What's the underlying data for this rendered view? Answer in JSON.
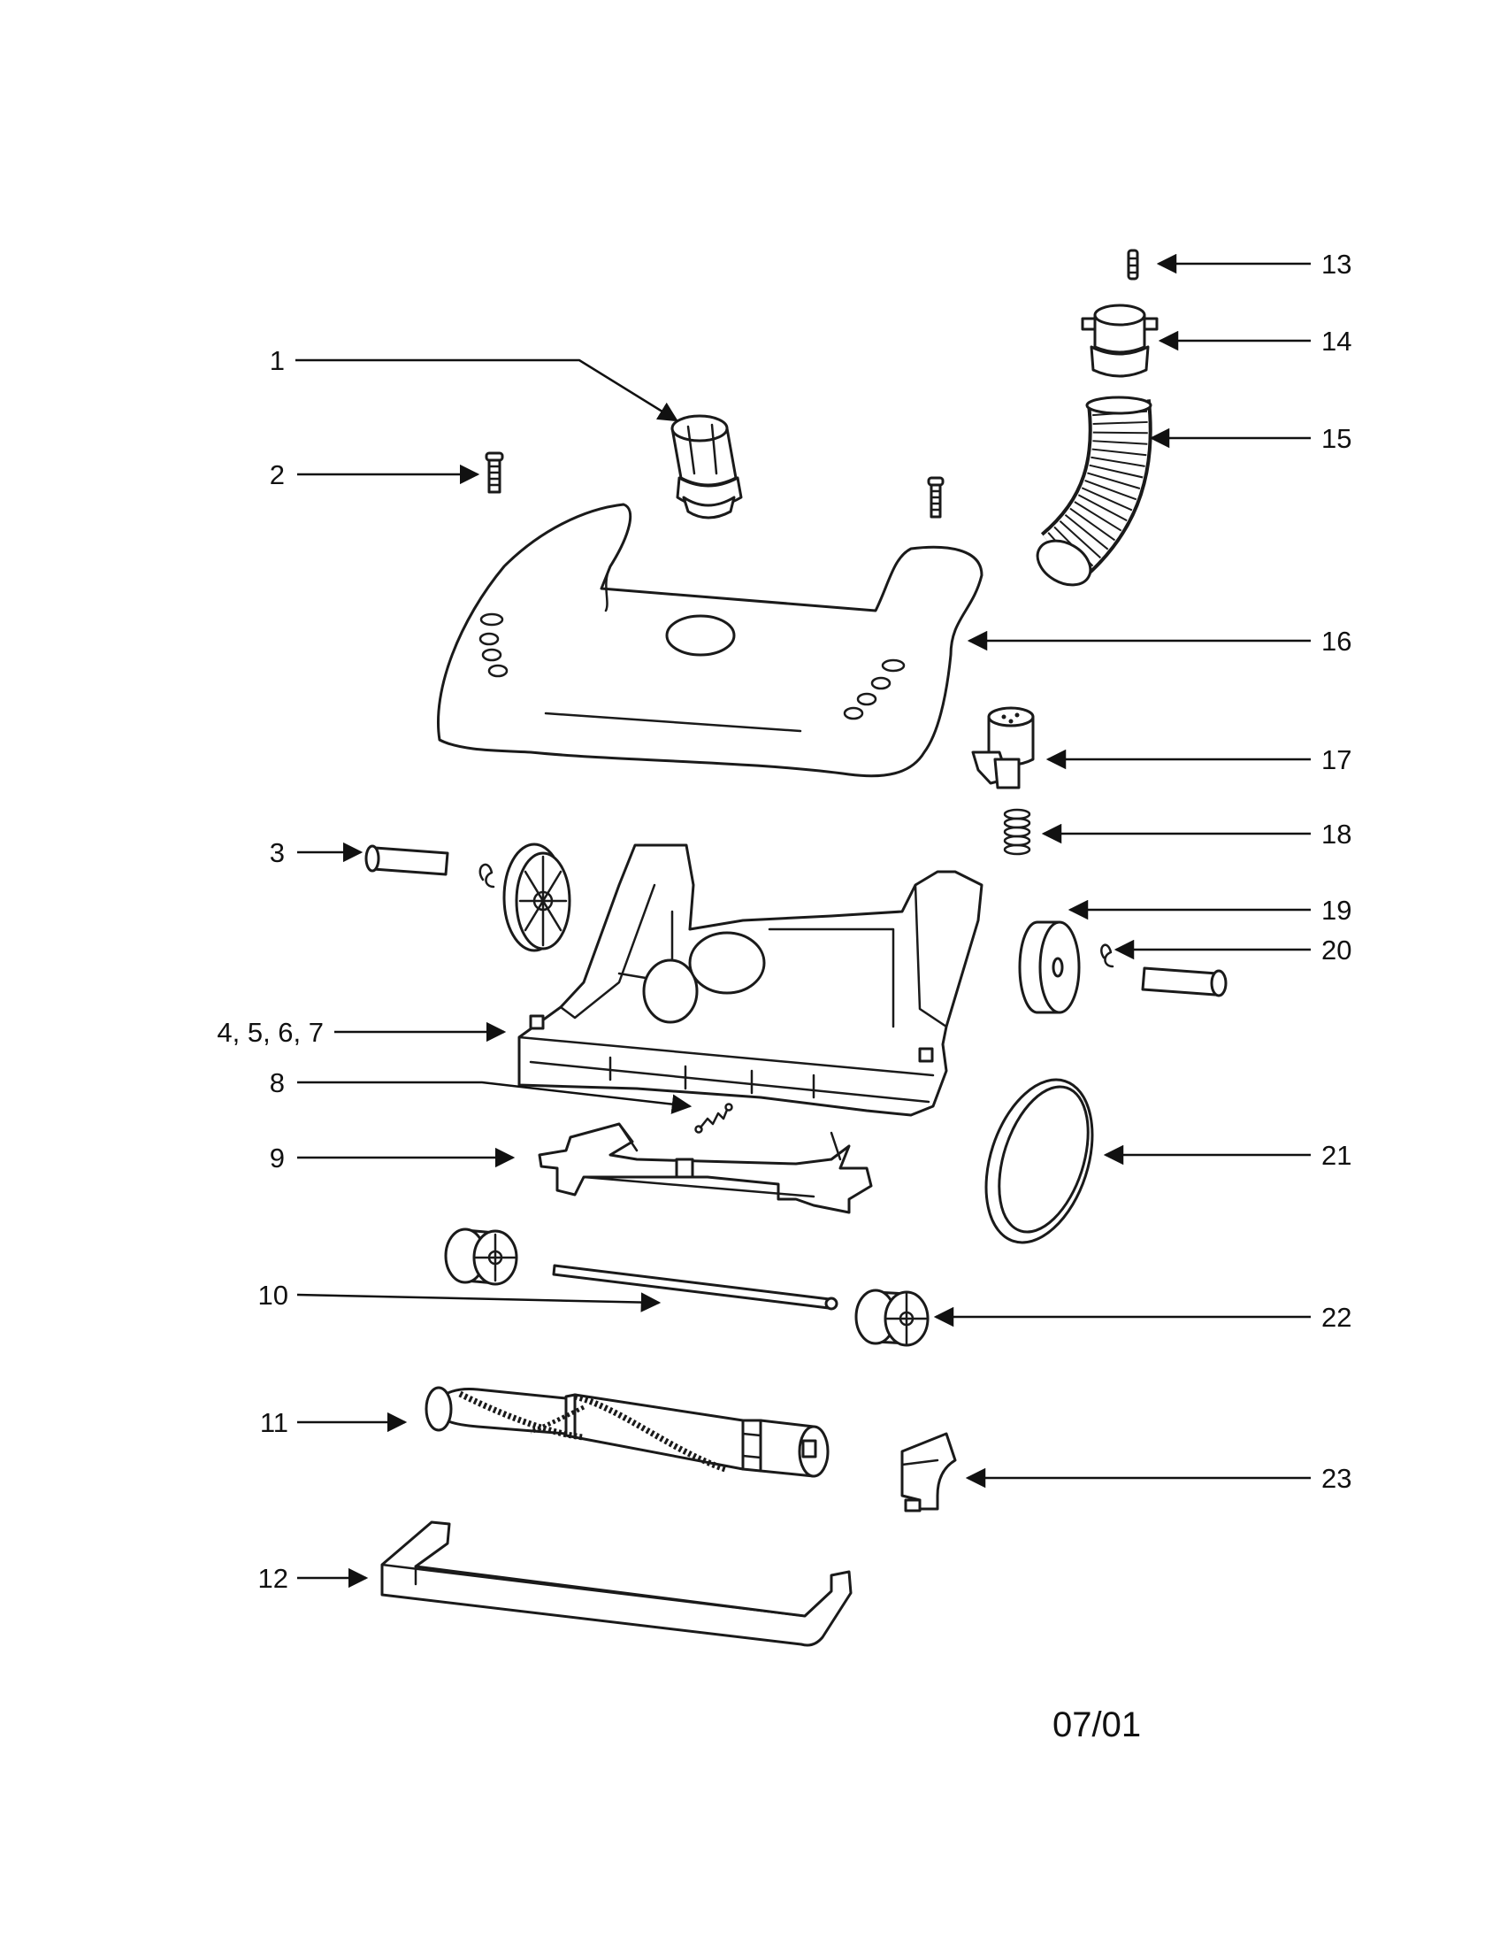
{
  "callouts": [
    {
      "id": "1",
      "label": "1"
    },
    {
      "id": "2",
      "label": "2"
    },
    {
      "id": "3",
      "label": "3"
    },
    {
      "id": "4-7",
      "label": "4, 5, 6, 7"
    },
    {
      "id": "8",
      "label": "8"
    },
    {
      "id": "9",
      "label": "9"
    },
    {
      "id": "10",
      "label": "10"
    },
    {
      "id": "11",
      "label": "11"
    },
    {
      "id": "12",
      "label": "12"
    },
    {
      "id": "13",
      "label": "13"
    },
    {
      "id": "14",
      "label": "14"
    },
    {
      "id": "15",
      "label": "15"
    },
    {
      "id": "16",
      "label": "16"
    },
    {
      "id": "17",
      "label": "17"
    },
    {
      "id": "18",
      "label": "18"
    },
    {
      "id": "19",
      "label": "19"
    },
    {
      "id": "20",
      "label": "20"
    },
    {
      "id": "21",
      "label": "21"
    },
    {
      "id": "22",
      "label": "22"
    },
    {
      "id": "23",
      "label": "23"
    }
  ],
  "date_code": "07/01",
  "colors": {
    "line": "#1a1a1a",
    "background": "#ffffff"
  }
}
